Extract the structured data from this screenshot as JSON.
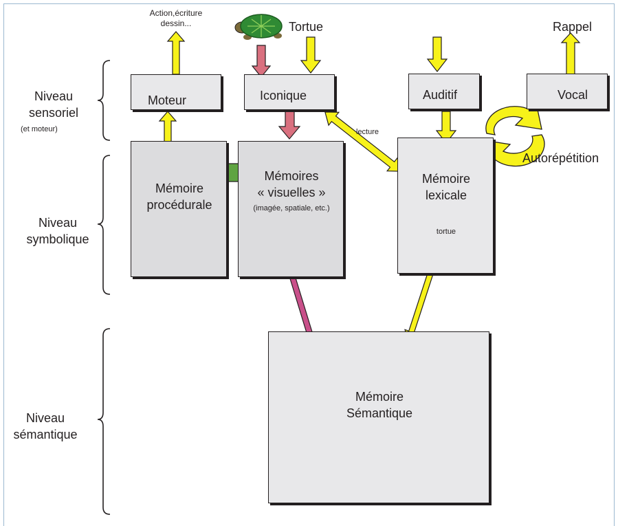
{
  "levels": {
    "sensory_line1": "Niveau",
    "sensory_line2": "sensoriel",
    "sensory_note": "(et moteur)",
    "symbolic_line1": "Niveau",
    "symbolic_line2": "symbolique",
    "semantic_line1": "Niveau",
    "semantic_line2": "sémantique"
  },
  "top_labels": {
    "action_line1": "Action,écriture",
    "action_line2": "dessin...",
    "tortue": "Tortue",
    "rappel": "Rappel"
  },
  "boxes": {
    "moteur": "Moteur",
    "iconique": "Iconique",
    "auditif": "Auditif",
    "vocal": "Vocal",
    "procedurale_line1": "Mémoire",
    "procedurale_line2": "procédurale",
    "visuelles_line1": "Mémoires",
    "visuelles_line2": "« visuelles »",
    "visuelles_note": "(imagée, spatiale, etc.)",
    "lexicale_line1": "Mémoire",
    "lexicale_line2": "lexicale",
    "lexicale_word": "tortue",
    "semantique_line1": "Mémoire",
    "semantique_line2": "Sémantique"
  },
  "annotations": {
    "lecture": "lecture",
    "autorepetition": "Autorépétition"
  },
  "colors": {
    "yellow_arrow": "#f7f21a",
    "pink_arrow": "#d9707f",
    "magenta_arrow": "#c9508a",
    "green_arrow": "#5fa441",
    "turtle_shell": "#2f8a34"
  }
}
